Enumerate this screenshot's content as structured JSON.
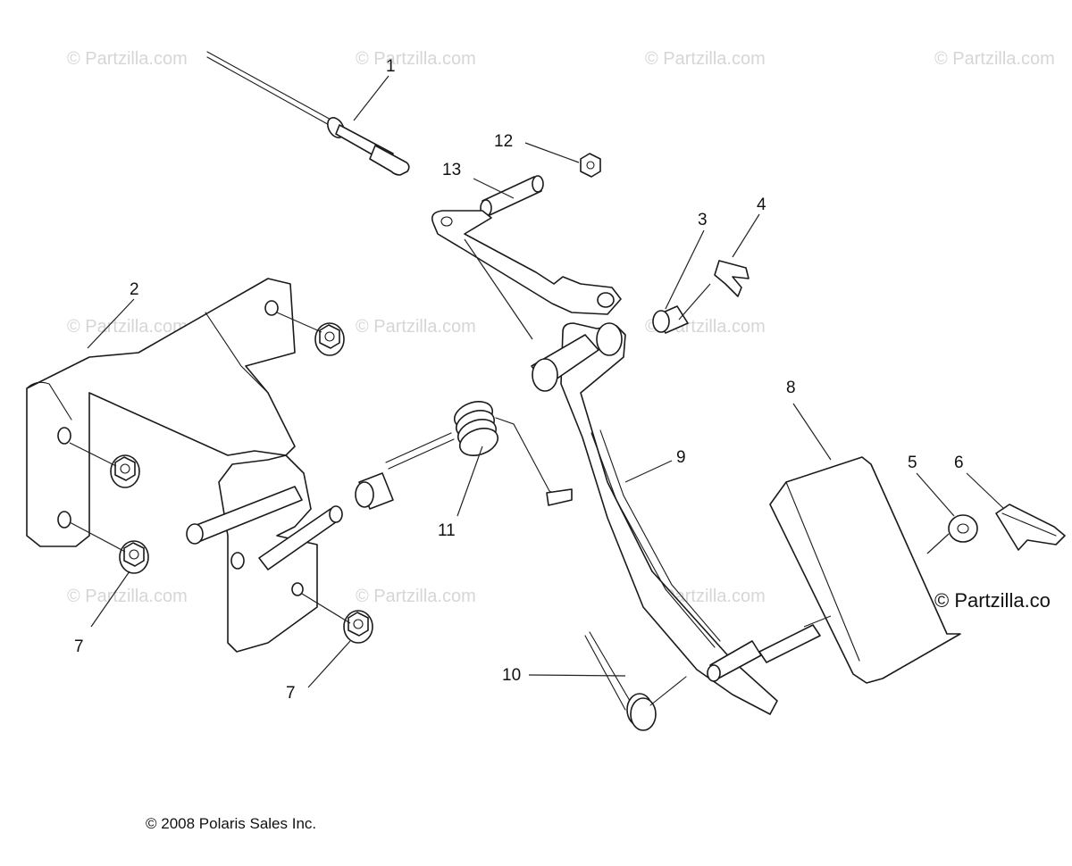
{
  "watermarks": [
    "© Partzilla.com",
    "© Partzilla.com",
    "© Partzilla.com",
    "© Partzilla.com",
    "© Partzilla.com",
    "© Partzilla.com",
    "© Partzilla.com",
    "© Partzilla.com",
    "© Partzilla.com",
    "© Partzilla.com"
  ],
  "watermark_bold": "© Partzilla.co",
  "copyright": "© 2008 Polaris Sales Inc.",
  "callouts": {
    "c1": "1",
    "c2": "2",
    "c3": "3",
    "c4": "4",
    "c5": "5",
    "c6": "6",
    "c7a": "7",
    "c7b": "7",
    "c8": "8",
    "c9": "9",
    "c10": "10",
    "c11": "11",
    "c12": "12",
    "c13": "13"
  }
}
